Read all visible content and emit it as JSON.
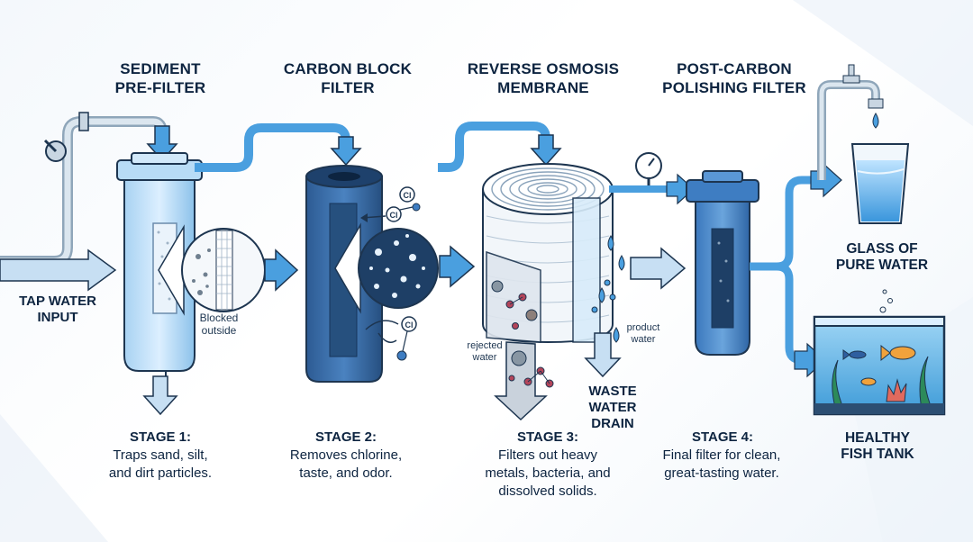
{
  "stages": [
    {
      "title": "SEDIMENT\nPRE-FILTER",
      "step": "STAGE 1:",
      "desc": "Traps sand, silt,\nand dirt particles."
    },
    {
      "title": "CARBON BLOCK\nFILTER",
      "step": "STAGE 2:",
      "desc": "Removes chlorine,\ntaste, and odor."
    },
    {
      "title": "REVERSE OSMOSIS\nMEMBRANE",
      "step": "STAGE 3:",
      "desc": "Filters out heavy\nmetals, bacteria, and\ndissolved solids."
    },
    {
      "title": "POST-CARBON\nPOLISHING FILTER",
      "step": "STAGE 4:",
      "desc": "Final filter for clean,\ngreat-tasting water."
    }
  ],
  "input_label": "TAP WATER\nINPUT",
  "blocked_label": "Blocked\noutside",
  "chlorine_symbol": "Cl",
  "rejected_label": "rejected\nwater",
  "product_label": "product\nwater",
  "waste_label": "WASTE\nWATER\nDRAIN",
  "glass_label": "GLASS OF\nPURE WATER",
  "tank_label": "HEALTHY\nFISH TANK",
  "colors": {
    "text": "#0d2440",
    "pipe": "#4a9fdf",
    "filter_light": "#cfe6f8",
    "carbon": "#3c6ea8",
    "outline": "#1d3550"
  }
}
